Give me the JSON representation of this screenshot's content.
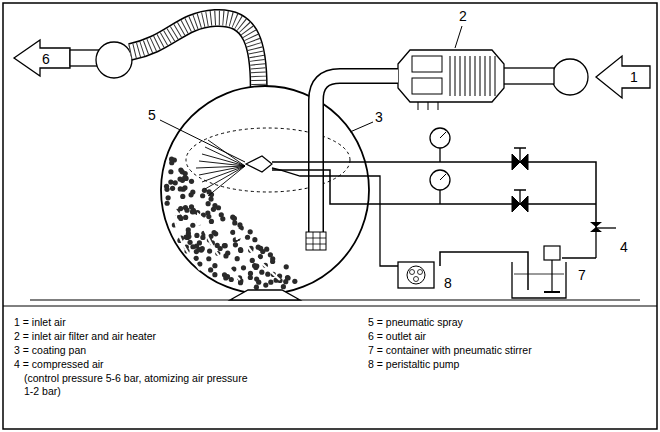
{
  "diagram": {
    "labels": [
      "1",
      "2",
      "3",
      "4",
      "5",
      "6",
      "7",
      "8"
    ],
    "legend": [
      {
        "text": "1 = inlet air"
      },
      {
        "text": "2 = inlet air filter and air heater"
      },
      {
        "text": "3 = coating pan"
      },
      {
        "text": "4 = compressed air"
      },
      {
        "text": "(control pressure 5-6 bar, atomizing air pressure 1-2 bar)"
      },
      {
        "text": "5 = pneumatic spray"
      },
      {
        "text": "6 = outlet air"
      },
      {
        "text": "7 = container with pneumatic stirrer"
      },
      {
        "text": "8 = peristaltic pump"
      }
    ]
  }
}
